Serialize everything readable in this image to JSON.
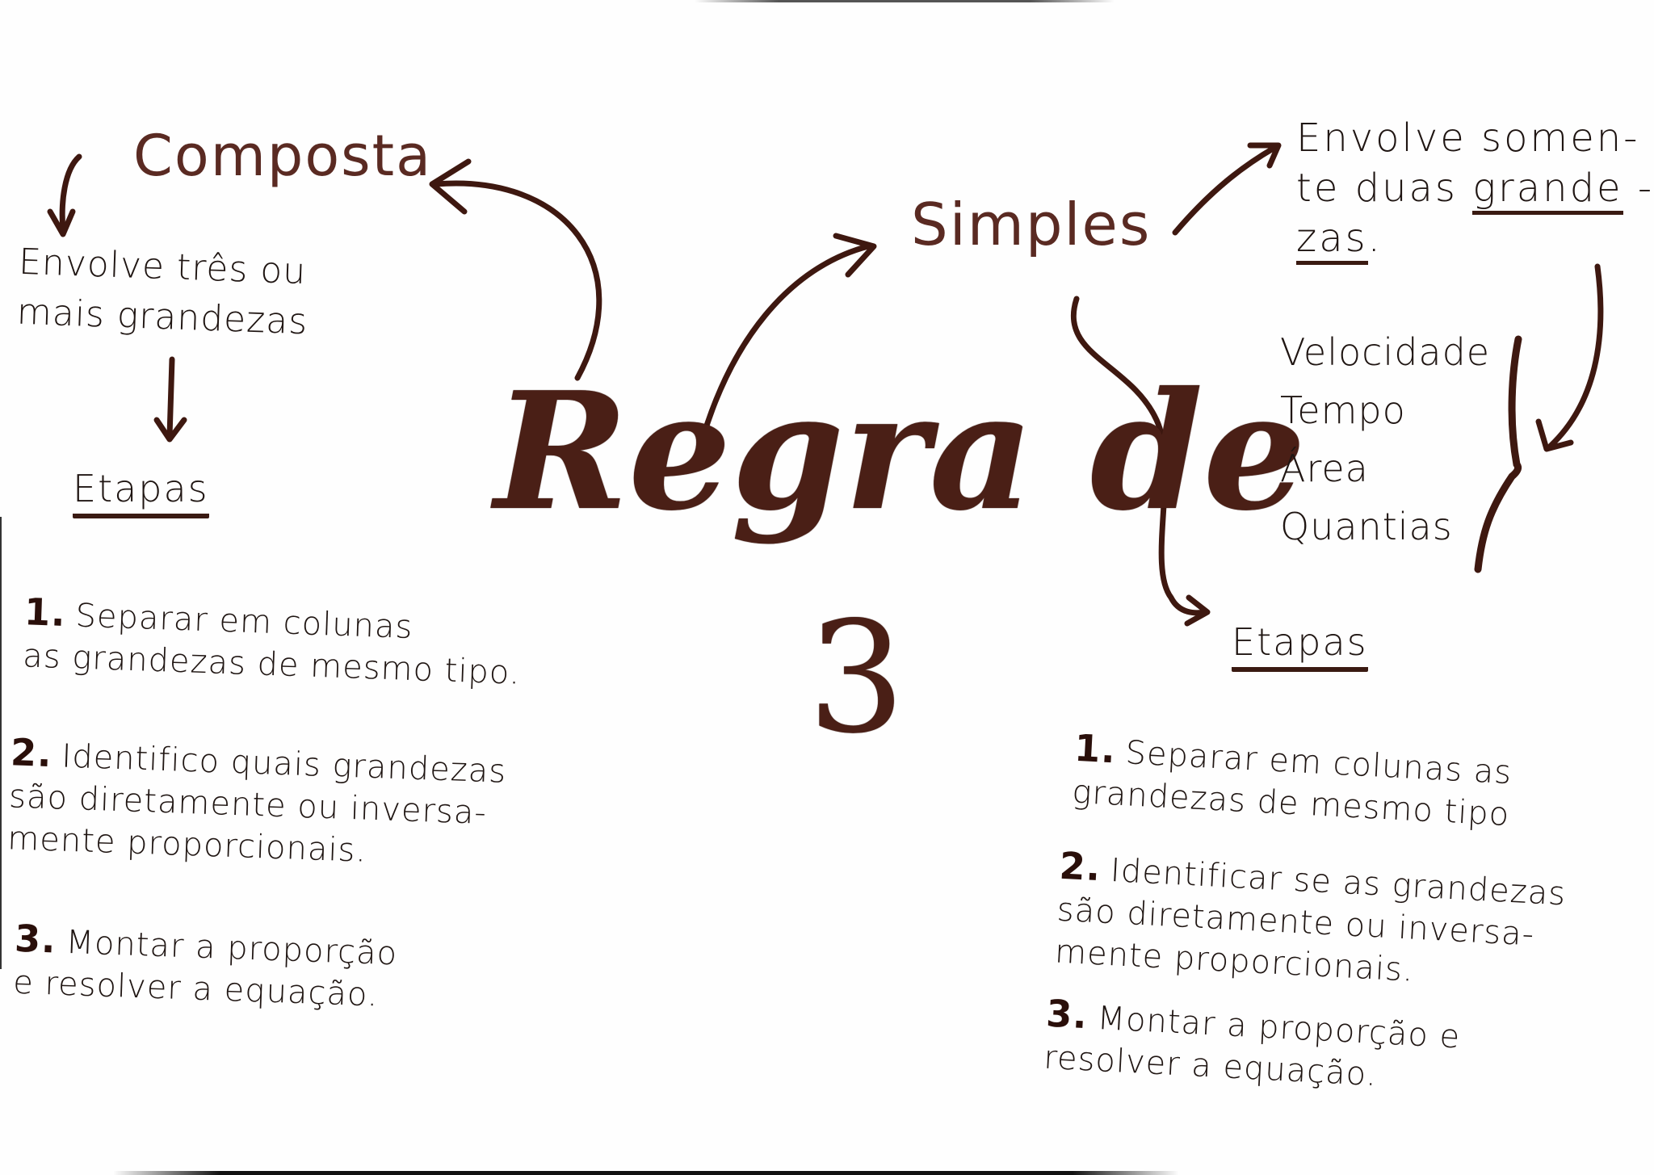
{
  "title": {
    "line1": "Regra de",
    "line2": "3"
  },
  "composta": {
    "label": "Composta",
    "description_line1": "Envolve três ou",
    "description_line2": "mais grandezas",
    "steps_heading": "Etapas",
    "steps": [
      {
        "number": "1.",
        "text": "Separar em colunas\nas grandezas de mesmo tipo."
      },
      {
        "number": "2.",
        "text": "Identifico quais grandezas\nsão diretamente ou inversa-\nmente proporcionais."
      },
      {
        "number": "3.",
        "text": "Montar a proporção\ne resolver a equação."
      }
    ]
  },
  "simples": {
    "label": "Simples",
    "description_line1": "Envolve somen-",
    "description_line2_a": "te duas ",
    "description_line2_b": "grande",
    "description_line2_c": " -",
    "description_line3": "zas",
    "description_line3_end": ".",
    "examples": [
      "Velocidade",
      "Tempo",
      "Área",
      "Quantias"
    ],
    "steps_heading": "Etapas",
    "steps": [
      {
        "number": "1.",
        "text": "Separar em colunas as\ngrandezas de mesmo tipo"
      },
      {
        "number": "2.",
        "text": "Identificar se as grandezas\nsão diretamente ou inversa-\nmente proporcionais."
      },
      {
        "number": "3.",
        "text": "Montar a proporção e\nresolver a equação."
      }
    ]
  },
  "colors": {
    "ink_dark": "#1f1512",
    "marker_brown": "#4a1f16",
    "branch_label": "#5a2a22",
    "paper": "#fefefe"
  }
}
